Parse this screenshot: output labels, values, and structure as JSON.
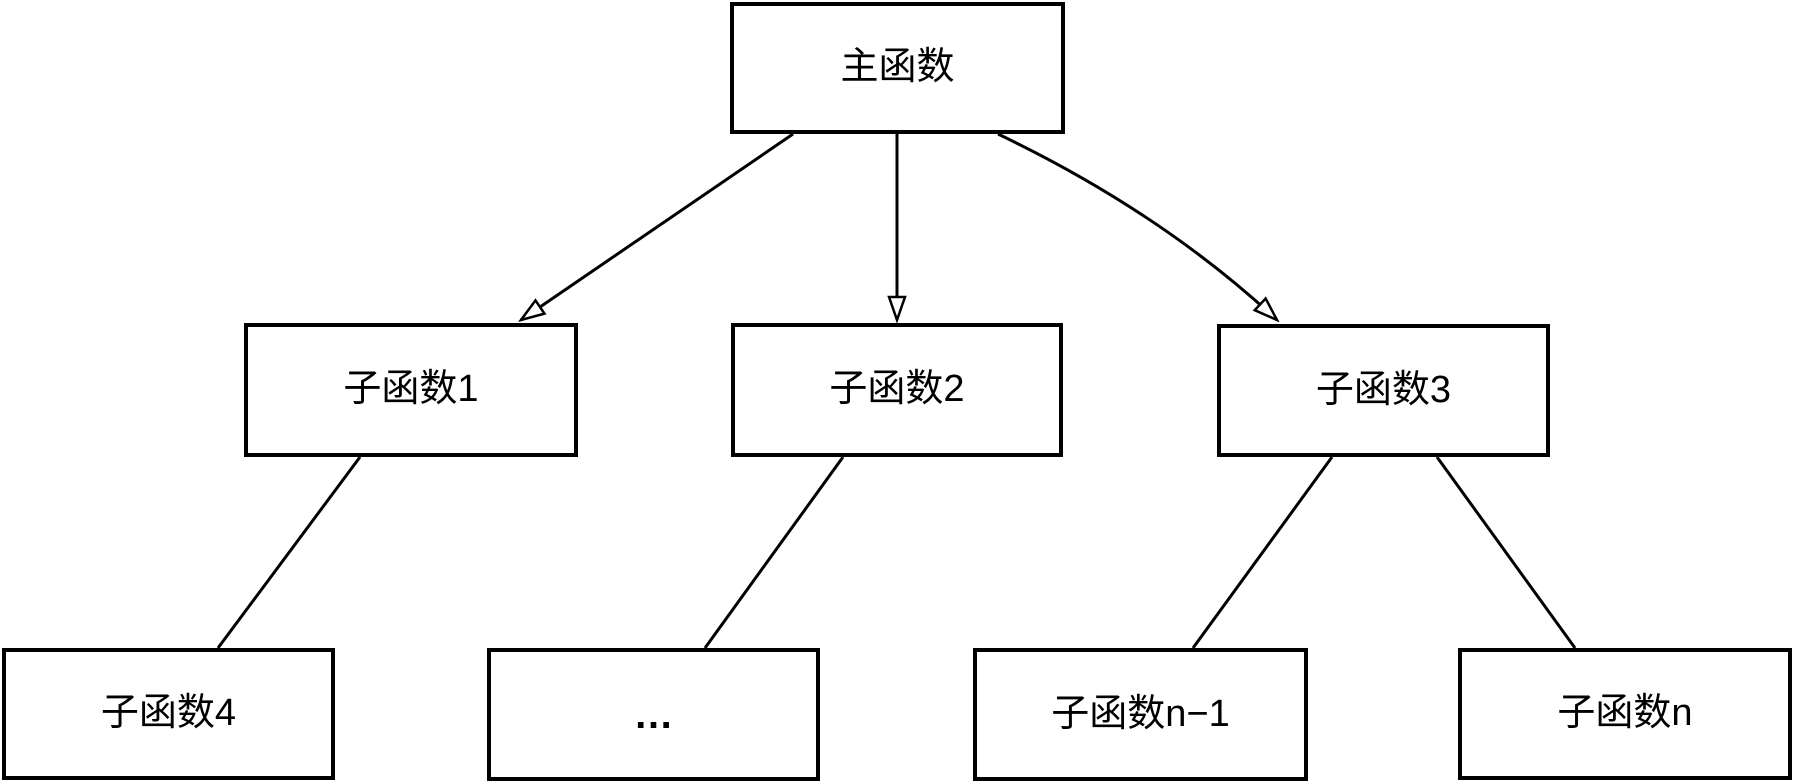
{
  "diagram": {
    "type": "tree",
    "title": "function-call-hierarchy",
    "colors": {
      "stroke": "#000000",
      "node_fill": "#ffffff",
      "background": "#ffffff",
      "text": "#000000"
    },
    "nodes": {
      "main": {
        "label": "主函数"
      },
      "sub1": {
        "label": "子函数1"
      },
      "sub2": {
        "label": "子函数2"
      },
      "sub3": {
        "label": "子函数3"
      },
      "sub4": {
        "label": "子函数4"
      },
      "dots": {
        "label": "…"
      },
      "subn1": {
        "label": "子函数n−1"
      },
      "subn": {
        "label": "子函数n"
      }
    },
    "edges": [
      {
        "from": "main",
        "to": "sub1",
        "arrowhead": "open-triangle"
      },
      {
        "from": "main",
        "to": "sub2",
        "arrowhead": "open-triangle"
      },
      {
        "from": "main",
        "to": "sub3",
        "arrowhead": "open-triangle"
      },
      {
        "from": "sub1",
        "to": "sub4",
        "arrowhead": "none"
      },
      {
        "from": "sub2",
        "to": "dots",
        "arrowhead": "none"
      },
      {
        "from": "sub3",
        "to": "subn1",
        "arrowhead": "none"
      },
      {
        "from": "sub3",
        "to": "subn",
        "arrowhead": "none"
      }
    ]
  }
}
